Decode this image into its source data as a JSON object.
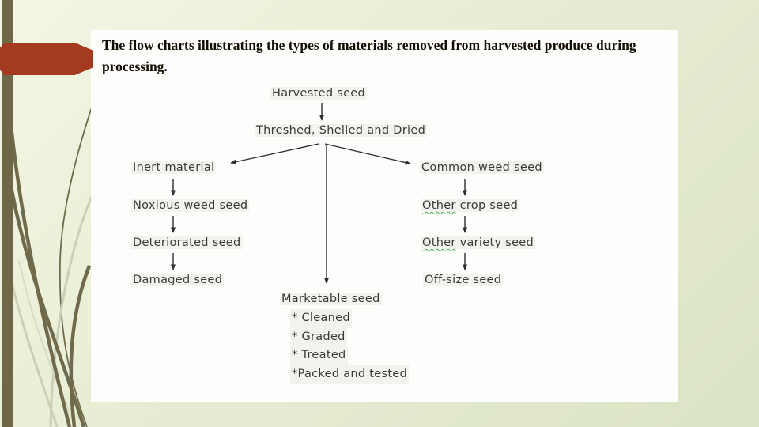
{
  "slide": {
    "title": "The flow charts illustrating the types of materials removed from harvested produce during processing."
  },
  "flowchart": {
    "harvested": "Harvested seed",
    "threshed": "Threshed, Shelled and Dried",
    "left_branch": {
      "inert": "Inert material",
      "noxious": "Noxious weed seed",
      "deteriorated": "Deteriorated seed",
      "damaged": "Damaged seed"
    },
    "right_branch": {
      "common": "Common weed seed",
      "other_crop": {
        "misspelled_word": "Other",
        "rest": " crop seed"
      },
      "other_variety": {
        "misspelled_word": "Other",
        "rest": " variety seed"
      },
      "offsize": "Off-size seed"
    },
    "center_branch": {
      "marketable": "Marketable seed",
      "bullets": [
        "* Cleaned",
        "* Graded",
        "* Treated",
        "*Packed and tested"
      ]
    }
  },
  "colors": {
    "slide_background": "#e7edd3",
    "accent_red_banner": "#a43a20",
    "olive_side_bar": "#6e6849",
    "panel_background": "#fdfdfc",
    "node_text": "#3a3a3a",
    "title_text": "#140d02",
    "arrow_line": "#2e2e2e",
    "spellcheck_squiggle": "#4caf50",
    "grass_dark": "#6f6a4c",
    "grass_light": "#cad0b6"
  }
}
